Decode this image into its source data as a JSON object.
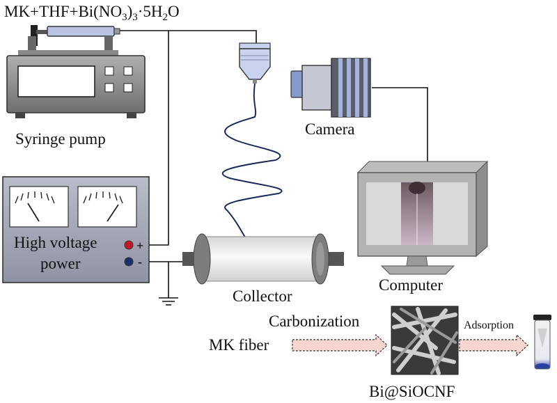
{
  "labels": {
    "solution_prefix": "MK+THF+Bi(NO",
    "solution_sub1": "3",
    "solution_mid1": ")",
    "solution_sub2": "3",
    "solution_mid2": "·5H",
    "solution_sub3": "2",
    "solution_suffix": "O",
    "syringe_pump": "Syringe pump",
    "camera": "Camera",
    "high_voltage_line1": "High voltage",
    "high_voltage_line2": "power",
    "plus_sign": "+",
    "minus_sign": "-",
    "collector": "Collector",
    "computer": "Computer",
    "carbonization": "Carbonization",
    "mk_fiber": "MK fiber",
    "adsorption": "Adsorption",
    "product": "Bi@SiOCNF"
  },
  "colors": {
    "device_gray": "#7a7a7a",
    "device_light": "#d9dde6",
    "panel": "#dfe3ec",
    "camera_blue": "#a6b4dc",
    "fiber": "#1b2a5c",
    "terminal_red": "#c4162a",
    "terminal_blue": "#1a2f6c",
    "arrow_fill": "#f6d6cf"
  }
}
